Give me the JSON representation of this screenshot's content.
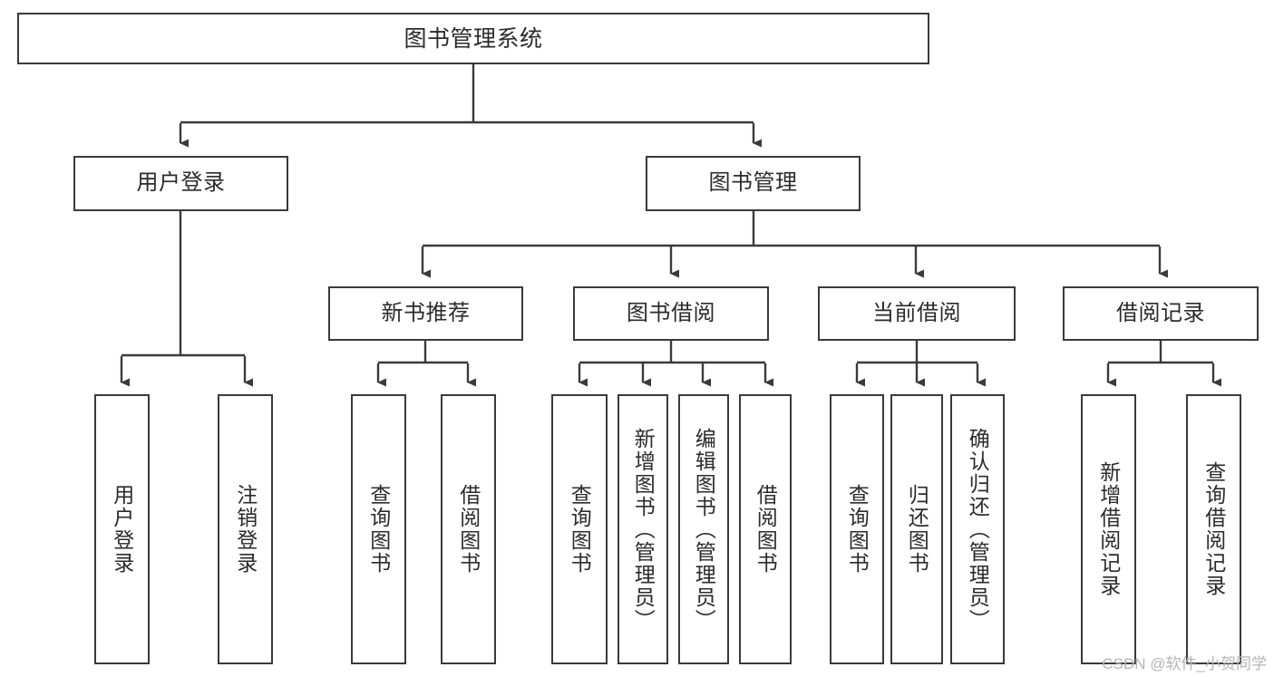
{
  "diagram": {
    "title": "图书管理系统",
    "type": "tree-hierarchy",
    "root": {
      "label": "图书管理系统"
    },
    "level2": [
      {
        "label": "用户登录"
      },
      {
        "label": "图书管理"
      }
    ],
    "level3": [
      {
        "label": "新书推荐"
      },
      {
        "label": "图书借阅"
      },
      {
        "label": "当前借阅"
      },
      {
        "label": "借阅记录"
      }
    ],
    "leaves": {
      "user_login": [
        {
          "label": "用户登录"
        },
        {
          "label": "注销登录"
        }
      ],
      "new_book_recommend": [
        {
          "label": "查询图书"
        },
        {
          "label": "借阅图书"
        }
      ],
      "book_borrow": [
        {
          "label": "查询图书"
        },
        {
          "label": "新增图书（管理员）"
        },
        {
          "label": "编辑图书（管理员）"
        },
        {
          "label": "借阅图书"
        }
      ],
      "current_borrow": [
        {
          "label": "查询图书"
        },
        {
          "label": "归还图书"
        },
        {
          "label": "确认归还（管理员）"
        }
      ],
      "borrow_record": [
        {
          "label": "新增借阅记录"
        },
        {
          "label": "查询借阅记录"
        }
      ]
    }
  },
  "watermark": {
    "text": "CSDN @软件_小贺同学"
  },
  "colors": {
    "stroke": "#3a3a3a",
    "background": "#ffffff",
    "text": "#2b2b2b",
    "watermark": "#b4b4b4"
  }
}
